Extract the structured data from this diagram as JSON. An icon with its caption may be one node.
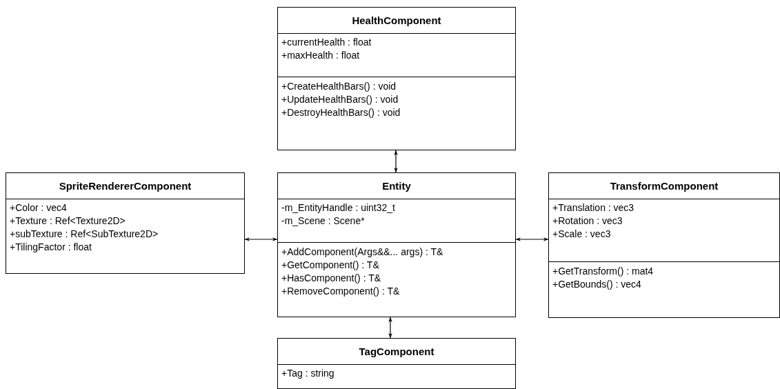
{
  "diagram": {
    "nodes": [
      {
        "text": [
          "HealthComponent",
          "+currentHealth : float",
          "+maxHealth : float",
          "+CreateHealthBars() : void",
          "+UpdateHealthBars() : void",
          "+DestroyHealthBars() : void"
        ]
      },
      {
        "text": [
          "SpriteRendererComponent",
          "+Color : vec4",
          "+Texture : Ref<Texture2D>",
          "+subTexture : Ref<SubTexture2D>",
          "+TilingFactor : float"
        ]
      },
      {
        "text": [
          "Entity",
          "-m_EntityHandle : uint32_t",
          "-m_Scene : Scene*",
          "+AddComponent(Args&&... args) : T&",
          "+GetComponent() : T&",
          "+HasComponent() : T&",
          "+RemoveComponent() : T&"
        ]
      },
      {
        "text": [
          "TransformComponent",
          "+Translation : vec3",
          "+Rotation : vec3",
          "+Scale : vec3",
          "+GetTransform() : mat4",
          "+GetBounds() : vec4"
        ]
      },
      {
        "text": [
          "TagComponent",
          "+Tag : string"
        ]
      }
    ],
    "edges": [
      {
        "from": 0,
        "to": 2,
        "arrow": "both"
      },
      {
        "from": 1,
        "to": 2,
        "arrow": "both"
      },
      {
        "from": 2,
        "to": 3,
        "arrow": "both"
      },
      {
        "from": 2,
        "to": 4,
        "arrow": "both"
      }
    ]
  }
}
